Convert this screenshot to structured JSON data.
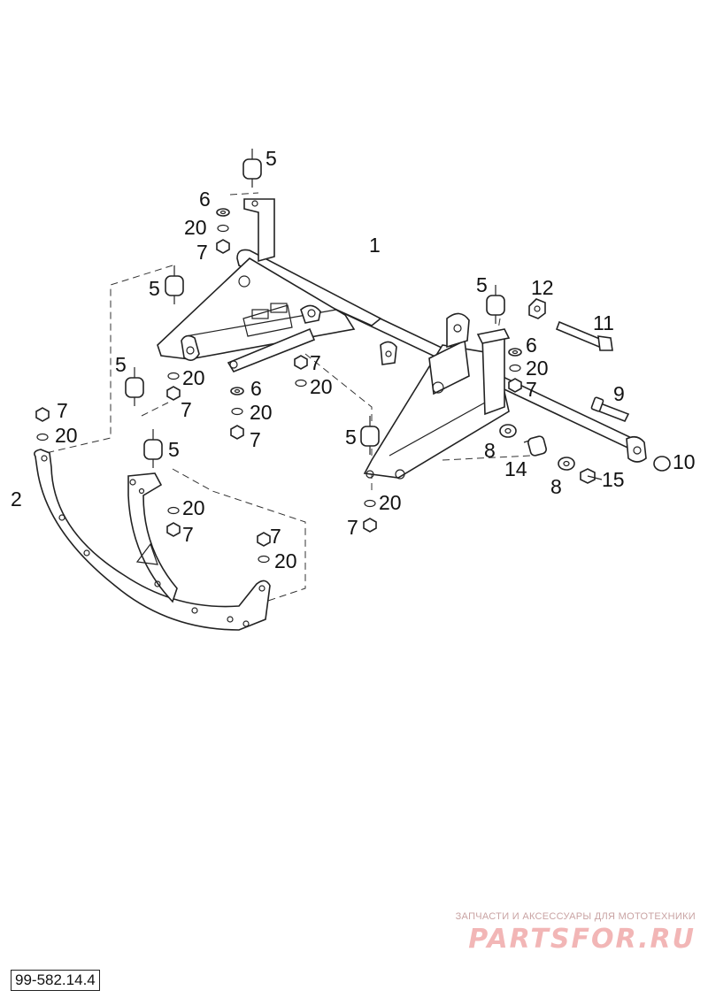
{
  "diagram": {
    "callouts": [
      {
        "id": "c1",
        "text": "1"
      },
      {
        "id": "c2",
        "text": "2"
      },
      {
        "id": "c5a",
        "text": "5"
      },
      {
        "id": "c5b",
        "text": "5"
      },
      {
        "id": "c5c",
        "text": "5"
      },
      {
        "id": "c5d",
        "text": "5"
      },
      {
        "id": "c5e",
        "text": "5"
      },
      {
        "id": "c5f",
        "text": "5"
      },
      {
        "id": "c6a",
        "text": "6"
      },
      {
        "id": "c6b",
        "text": "6"
      },
      {
        "id": "c6c",
        "text": "6"
      },
      {
        "id": "c7a",
        "text": "7"
      },
      {
        "id": "c7b",
        "text": "7"
      },
      {
        "id": "c7c",
        "text": "7"
      },
      {
        "id": "c7d",
        "text": "7"
      },
      {
        "id": "c7e",
        "text": "7"
      },
      {
        "id": "c7f",
        "text": "7"
      },
      {
        "id": "c7g",
        "text": "7"
      },
      {
        "id": "c7h",
        "text": "7"
      },
      {
        "id": "c7i",
        "text": "7"
      },
      {
        "id": "c8a",
        "text": "8"
      },
      {
        "id": "c8b",
        "text": "8"
      },
      {
        "id": "c9",
        "text": "9"
      },
      {
        "id": "c10",
        "text": "10"
      },
      {
        "id": "c11",
        "text": "11"
      },
      {
        "id": "c12",
        "text": "12"
      },
      {
        "id": "c14",
        "text": "14"
      },
      {
        "id": "c15",
        "text": "15"
      },
      {
        "id": "c20a",
        "text": "20"
      },
      {
        "id": "c20b",
        "text": "20"
      },
      {
        "id": "c20c",
        "text": "20"
      },
      {
        "id": "c20d",
        "text": "20"
      },
      {
        "id": "c20e",
        "text": "20"
      },
      {
        "id": "c20f",
        "text": "20"
      },
      {
        "id": "c20g",
        "text": "20"
      },
      {
        "id": "c20h",
        "text": "20"
      },
      {
        "id": "c20i",
        "text": "20"
      }
    ]
  },
  "watermark": {
    "tagline": "ЗАПЧАСТИ И АКСЕССУАРЫ ДЛЯ МОТОТЕХНИКИ",
    "logo": "PARTSFOR.RU"
  },
  "document_code": "99-582.14.4"
}
